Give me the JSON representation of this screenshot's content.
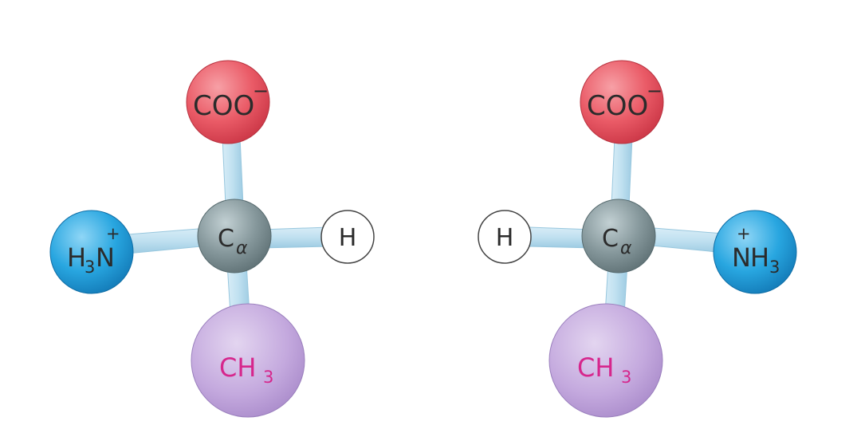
{
  "colors": {
    "carboxylate": "#e8505f",
    "amine": "#1e9fdc",
    "alpha_carbon": "#7f9195",
    "hydrogen": "#ffffff",
    "methyl": "#c2a6dc",
    "bond": "#b9dcee",
    "methyl_text": "#d6268c"
  },
  "molecules": [
    {
      "carboxylate": {
        "main": "COO",
        "sup": "−"
      },
      "amine": {
        "h": "H",
        "sub": "3",
        "n": "N",
        "charge": "+"
      },
      "alpha_carbon": {
        "c": "C",
        "sub": "α"
      },
      "hydrogen": {
        "text": "H"
      },
      "methyl": {
        "ch": "CH",
        "sub": "3"
      }
    },
    {
      "carboxylate": {
        "main": "COO",
        "sup": "−"
      },
      "amine": {
        "n": "N",
        "h": "H",
        "sub": "3",
        "charge": "+"
      },
      "alpha_carbon": {
        "c": "C",
        "sub": "α"
      },
      "hydrogen": {
        "text": "H"
      },
      "methyl": {
        "ch": "CH",
        "sub": "3"
      }
    }
  ]
}
